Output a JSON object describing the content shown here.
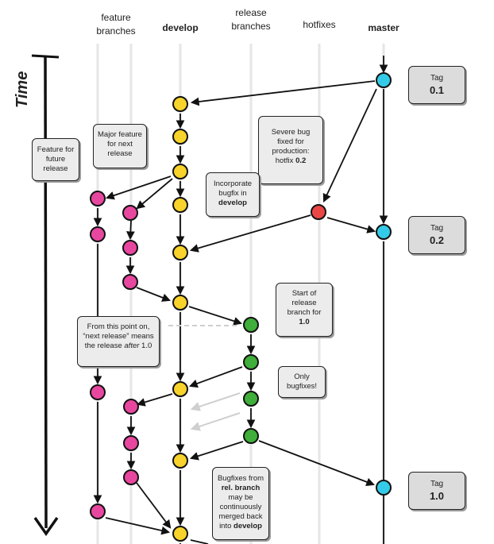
{
  "columns": {
    "feature": "feature\nbranches",
    "develop": "develop",
    "release": "release\nbranches",
    "hotfixes": "hotfixes",
    "master": "master"
  },
  "time_label": "Time",
  "callouts": {
    "feature_future": "Feature for future release",
    "major_feature": "Major feature for next release",
    "severe_bug_prefix": "Severe bug fixed for production: hotfix ",
    "severe_bug_version": "0.2",
    "incorporate_prefix": "Incorporate bugfix in ",
    "incorporate_branch": "develop",
    "start_release_prefix": "Start of release branch for ",
    "start_release_version": "1.0",
    "next_release_a": "From this point on, “next release” means the release ",
    "next_release_after": "after",
    "next_release_b": " 1.0",
    "only_bugfixes": "Only bugfixes!",
    "bugfixes_a": "Bugfixes from ",
    "bugfixes_branch": "rel. branch",
    "bugfixes_b": " may be continuously merged back into ",
    "bugfixes_develop": "develop"
  },
  "tags": [
    {
      "label": "Tag",
      "version": "0.1"
    },
    {
      "label": "Tag",
      "version": "0.2"
    },
    {
      "label": "Tag",
      "version": "1.0"
    }
  ],
  "colors": {
    "feature": "#e8479f",
    "develop": "#f7d32b",
    "release": "#3fae3a",
    "hotfix": "#ea4646",
    "master": "#33cbe8"
  }
}
